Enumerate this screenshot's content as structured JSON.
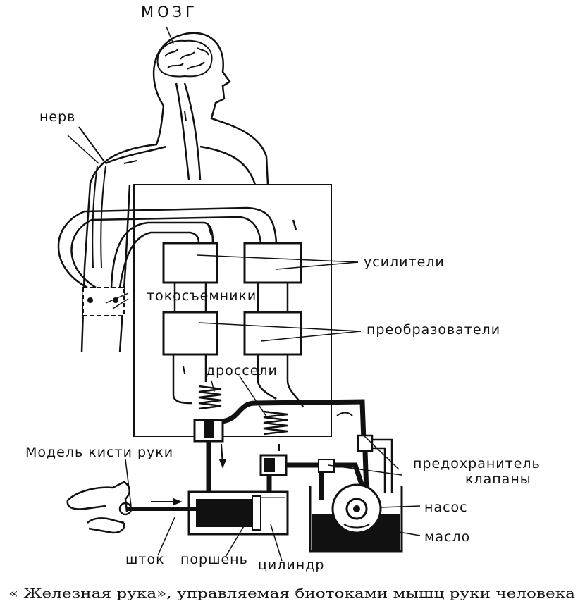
{
  "labels": {
    "brain": "МОЗГ",
    "nerve": "нерв",
    "amplifiers": "усилители",
    "current_pickups": "токосъемники",
    "converters": "преобразователи",
    "throttles": "дроссели",
    "hand_model": "Модель кисти руки",
    "safety_valve": "предохранитель",
    "valves": "клапаны",
    "pump": "насос",
    "oil": "масло",
    "rod": "шток",
    "piston": "поршень",
    "cylinder": "цилиндр"
  },
  "caption": "« Железная рука», управляемая биотоками мышц руки человека"
}
